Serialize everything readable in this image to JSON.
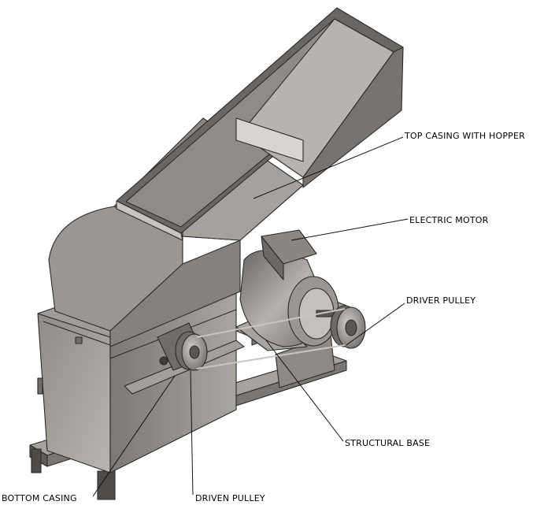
{
  "labels": {
    "top_casing": "TOP CASING WITH HOPPER",
    "electric_motor": "ELECTRIC MOTOR",
    "driver_pulley": "DRIVER PULLEY",
    "structural_base": "STRUCTURAL BASE",
    "bottom_casing": "BOTTOM CASING",
    "driven_pulley": "DRIVEN PULLEY"
  },
  "colors": {
    "metal_light": "#b4b1ad",
    "metal_mid": "#8c8985",
    "metal_dark": "#5e5b57",
    "metal_shadow": "#3e3c39",
    "line": "#000000"
  }
}
